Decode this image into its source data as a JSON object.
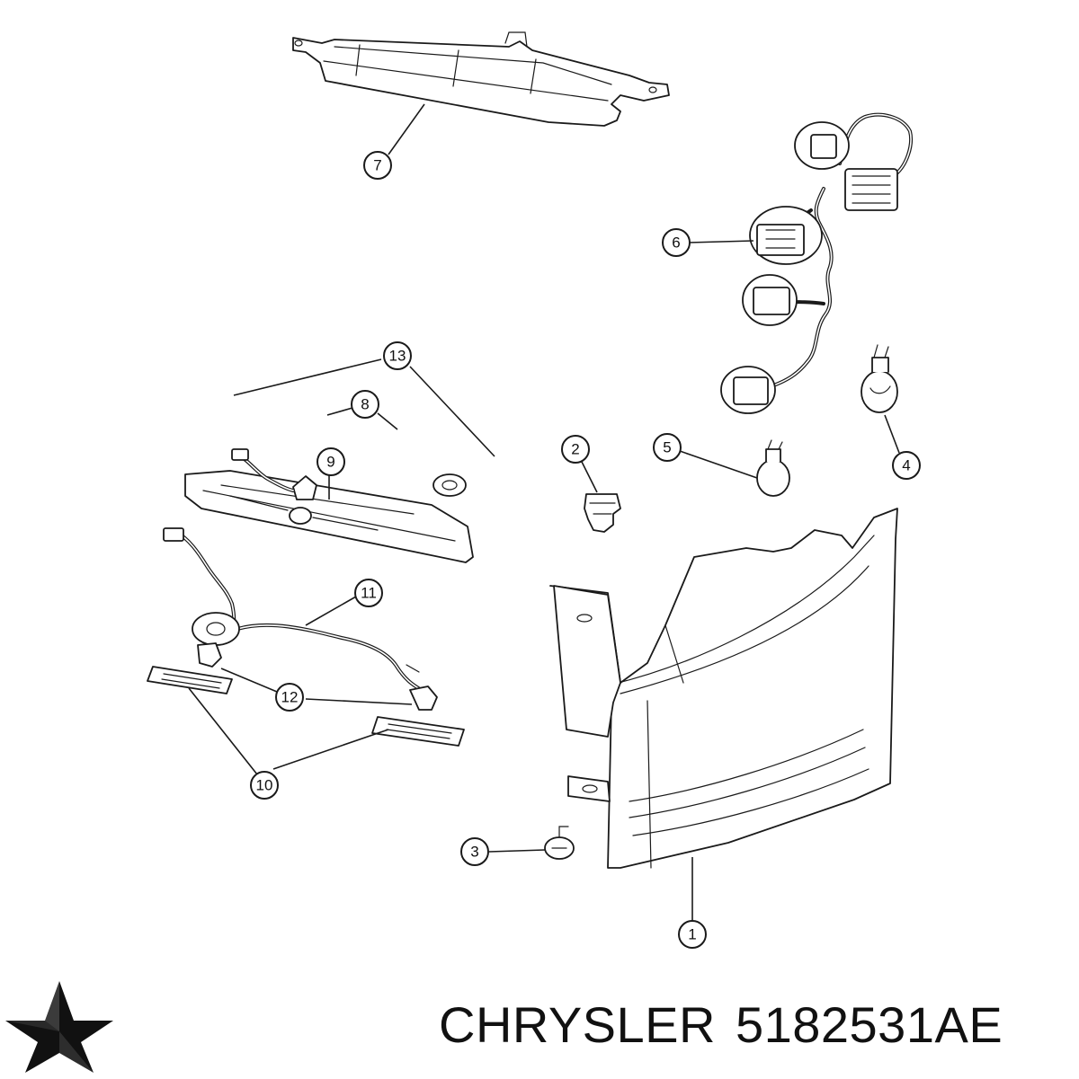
{
  "callouts": [
    "1",
    "2",
    "3",
    "4",
    "5",
    "6",
    "7",
    "8",
    "9",
    "10",
    "11",
    "12",
    "13"
  ],
  "footer": {
    "brand": "CHRYSLER",
    "part_number": "5182531AE"
  },
  "logo": {
    "icon": "chrysler-pentastar-logo-icon"
  }
}
